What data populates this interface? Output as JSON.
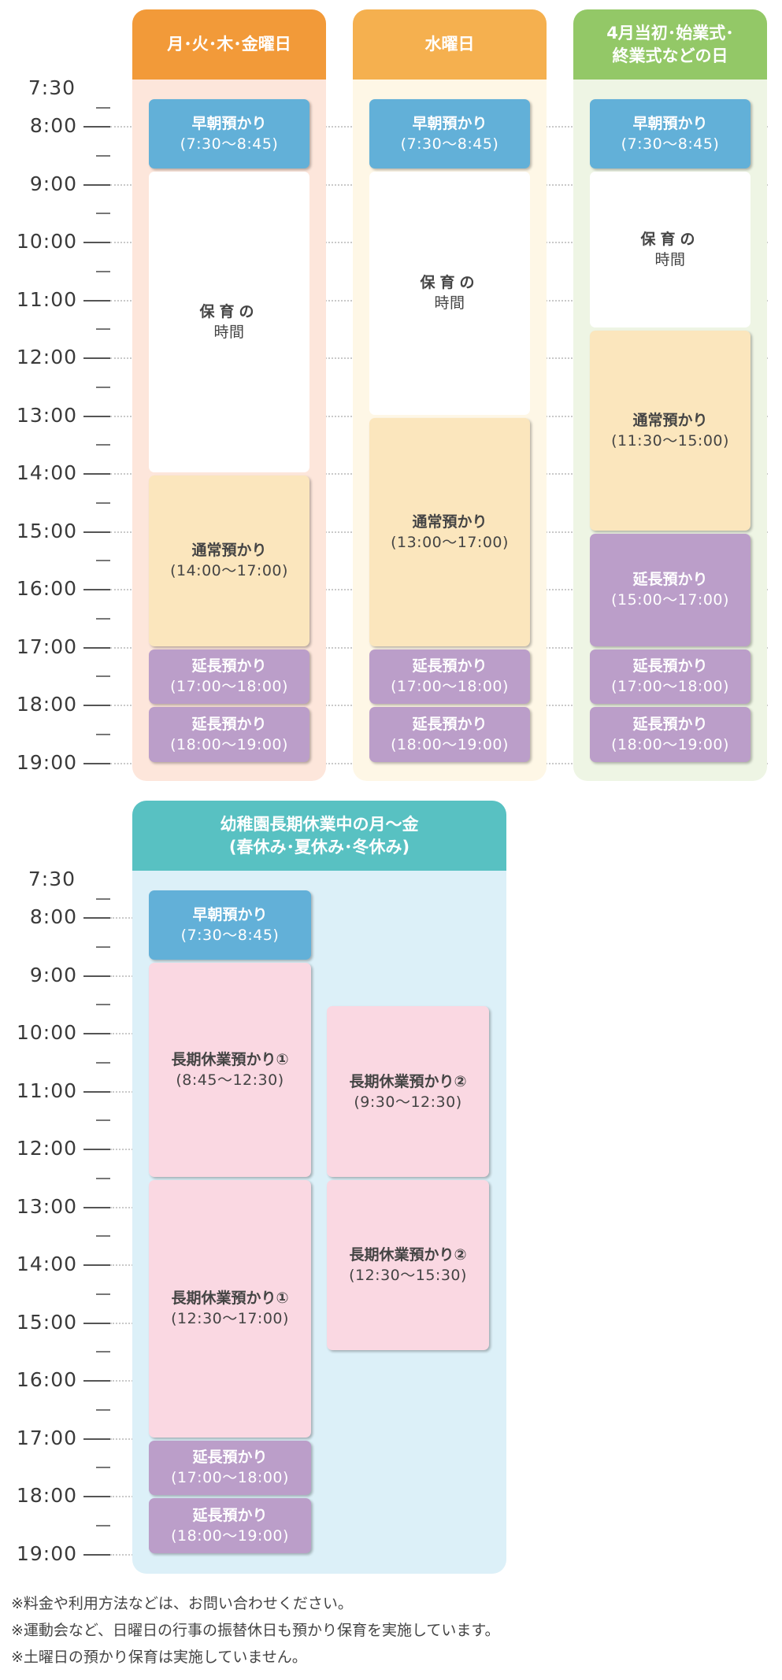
{
  "colors": {
    "header_orange": "#f29a39",
    "header_yellow": "#f5b04f",
    "header_green": "#93c867",
    "header_teal": "#58c1c2",
    "panel_orange": "#fde6db",
    "panel_yellow": "#fef7e6",
    "panel_green": "#eef5e4",
    "panel_blue": "#dcf0f8",
    "early": "#62b0d8",
    "normal": "#fbe6bd",
    "extend": "#bb9ec9",
    "long_break": "#fad8e2"
  },
  "timeline": {
    "start_label": "7:30",
    "hours": [
      "8:00",
      "9:00",
      "10:00",
      "11:00",
      "12:00",
      "13:00",
      "14:00",
      "15:00",
      "16:00",
      "17:00",
      "18:00",
      "19:00"
    ]
  },
  "top_section": {
    "columns": [
      {
        "header": [
          "月･火･木･金曜日"
        ],
        "color_key": "orange",
        "blocks": [
          {
            "kind": "early",
            "title": "早朝預かり",
            "range": "(7:30～8:45)",
            "start": 7.5,
            "end": 8.75
          },
          {
            "kind": "care",
            "title": "保育の",
            "range": "時間",
            "start": 8.75,
            "end": 14.0
          },
          {
            "kind": "normal",
            "title": "通常預かり",
            "range": "(14:00～17:00)",
            "start": 14.0,
            "end": 17.0
          },
          {
            "kind": "extend",
            "title": "延長預かり",
            "range": "(17:00～18:00)",
            "start": 17.0,
            "end": 18.0
          },
          {
            "kind": "extend",
            "title": "延長預かり",
            "range": "(18:00～19:00)",
            "start": 18.0,
            "end": 19.0
          }
        ]
      },
      {
        "header": [
          "水曜日"
        ],
        "color_key": "yellow",
        "blocks": [
          {
            "kind": "early",
            "title": "早朝預かり",
            "range": "(7:30～8:45)",
            "start": 7.5,
            "end": 8.75
          },
          {
            "kind": "care",
            "title": "保育の",
            "range": "時間",
            "start": 8.75,
            "end": 13.0
          },
          {
            "kind": "normal",
            "title": "通常預かり",
            "range": "(13:00～17:00)",
            "start": 13.0,
            "end": 17.0
          },
          {
            "kind": "extend",
            "title": "延長預かり",
            "range": "(17:00～18:00)",
            "start": 17.0,
            "end": 18.0
          },
          {
            "kind": "extend",
            "title": "延長預かり",
            "range": "(18:00～19:00)",
            "start": 18.0,
            "end": 19.0
          }
        ]
      },
      {
        "header": [
          "4月当初･始業式･",
          "終業式などの日"
        ],
        "color_key": "green",
        "blocks": [
          {
            "kind": "early",
            "title": "早朝預かり",
            "range": "(7:30～8:45)",
            "start": 7.5,
            "end": 8.75
          },
          {
            "kind": "care",
            "title": "保育の",
            "range": "時間",
            "start": 8.75,
            "end": 11.5
          },
          {
            "kind": "normal",
            "title": "通常預かり",
            "range": "(11:30～15:00)",
            "start": 11.5,
            "end": 15.0
          },
          {
            "kind": "extend",
            "title": "延長預かり",
            "range": "(15:00～17:00)",
            "start": 15.0,
            "end": 17.0
          },
          {
            "kind": "extend",
            "title": "延長預かり",
            "range": "(17:00～18:00)",
            "start": 17.0,
            "end": 18.0
          },
          {
            "kind": "extend",
            "title": "延長預かり",
            "range": "(18:00～19:00)",
            "start": 18.0,
            "end": 19.0
          }
        ]
      }
    ]
  },
  "bottom_section": {
    "header": [
      "幼稚園長期休業中の月～金",
      "(春休み･夏休み･冬休み)"
    ],
    "color_key": "teal",
    "columns": [
      [
        {
          "kind": "early",
          "title": "早朝預かり",
          "range": "(7:30～8:45)",
          "start": 7.5,
          "end": 8.75
        },
        {
          "kind": "long",
          "title": "長期休業預かり①",
          "range": "(8:45～12:30)",
          "start": 8.75,
          "end": 12.5
        },
        {
          "kind": "long",
          "title": "長期休業預かり①",
          "range": "(12:30～17:00)",
          "start": 12.5,
          "end": 17.0
        },
        {
          "kind": "extend",
          "title": "延長預かり",
          "range": "(17:00～18:00)",
          "start": 17.0,
          "end": 18.0
        },
        {
          "kind": "extend",
          "title": "延長預かり",
          "range": "(18:00～19:00)",
          "start": 18.0,
          "end": 19.0
        }
      ],
      [
        {
          "kind": "long",
          "title": "長期休業預かり②",
          "range": "(9:30～12:30)",
          "start": 9.5,
          "end": 12.5
        },
        {
          "kind": "long",
          "title": "長期休業預かり②",
          "range": "(12:30～15:30)",
          "start": 12.5,
          "end": 15.5
        }
      ]
    ]
  },
  "notes": [
    "※料金や利用方法などは、お問い合わせください。",
    "※運動会など、日曜日の行事の振替休日も預かり保育を実施しています。",
    "※土曜日の預かり保育は実施していません。"
  ]
}
